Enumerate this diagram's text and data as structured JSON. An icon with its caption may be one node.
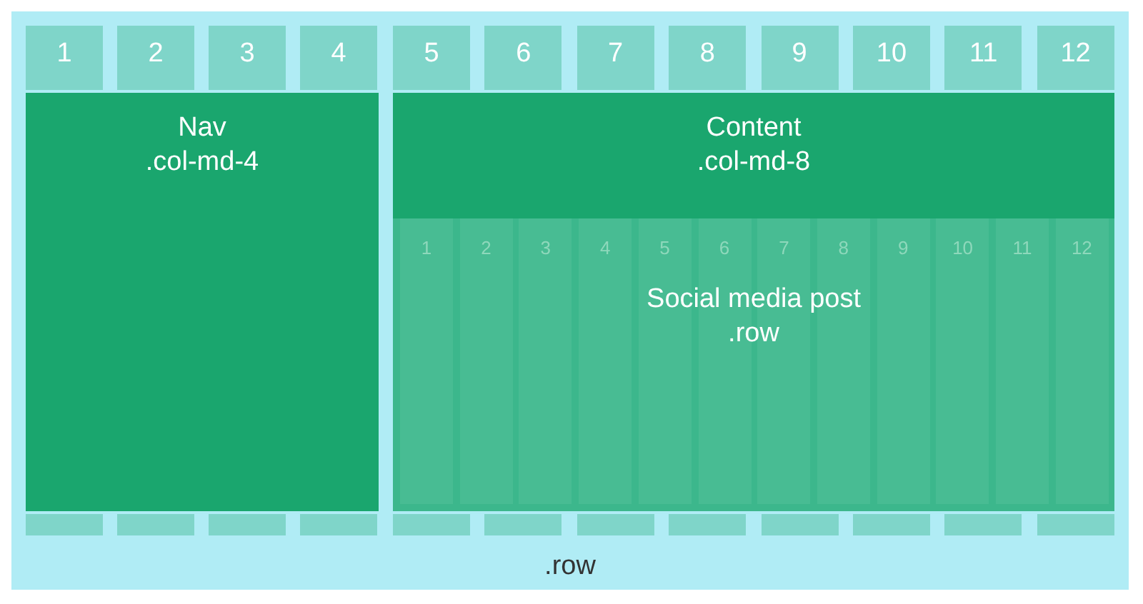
{
  "diagram": {
    "nodes": [
      {
        "text": [
          ".row"
        ]
      },
      {
        "text": [
          "1"
        ],
        "in": 0
      },
      {
        "text": [
          "2"
        ],
        "in": 0
      },
      {
        "text": [
          "3"
        ],
        "in": 0
      },
      {
        "text": [
          "4"
        ],
        "in": 0
      },
      {
        "text": [
          "5"
        ],
        "in": 0
      },
      {
        "text": [
          "6"
        ],
        "in": 0
      },
      {
        "text": [
          "7"
        ],
        "in": 0
      },
      {
        "text": [
          "8"
        ],
        "in": 0
      },
      {
        "text": [
          "9"
        ],
        "in": 0
      },
      {
        "text": [
          "10"
        ],
        "in": 0
      },
      {
        "text": [
          "11"
        ],
        "in": 0
      },
      {
        "text": [
          "12"
        ],
        "in": 0
      },
      {
        "text": [
          "Nav",
          ".col-md-4"
        ],
        "in": 0
      },
      {
        "text": [
          "Content",
          ".col-md-8"
        ],
        "in": 0
      },
      {
        "text": [
          "Social media post",
          ".row"
        ],
        "in": 14
      },
      {
        "text": [
          "1"
        ],
        "in": 15
      },
      {
        "text": [
          "2"
        ],
        "in": 15
      },
      {
        "text": [
          "3"
        ],
        "in": 15
      },
      {
        "text": [
          "4"
        ],
        "in": 15
      },
      {
        "text": [
          "5"
        ],
        "in": 15
      },
      {
        "text": [
          "6"
        ],
        "in": 15
      },
      {
        "text": [
          "7"
        ],
        "in": 15
      },
      {
        "text": [
          "8"
        ],
        "in": 15
      },
      {
        "text": [
          "9"
        ],
        "in": 15
      },
      {
        "text": [
          "10"
        ],
        "in": 15
      },
      {
        "text": [
          "11"
        ],
        "in": 15
      },
      {
        "text": [
          "12"
        ],
        "in": 15
      }
    ]
  }
}
